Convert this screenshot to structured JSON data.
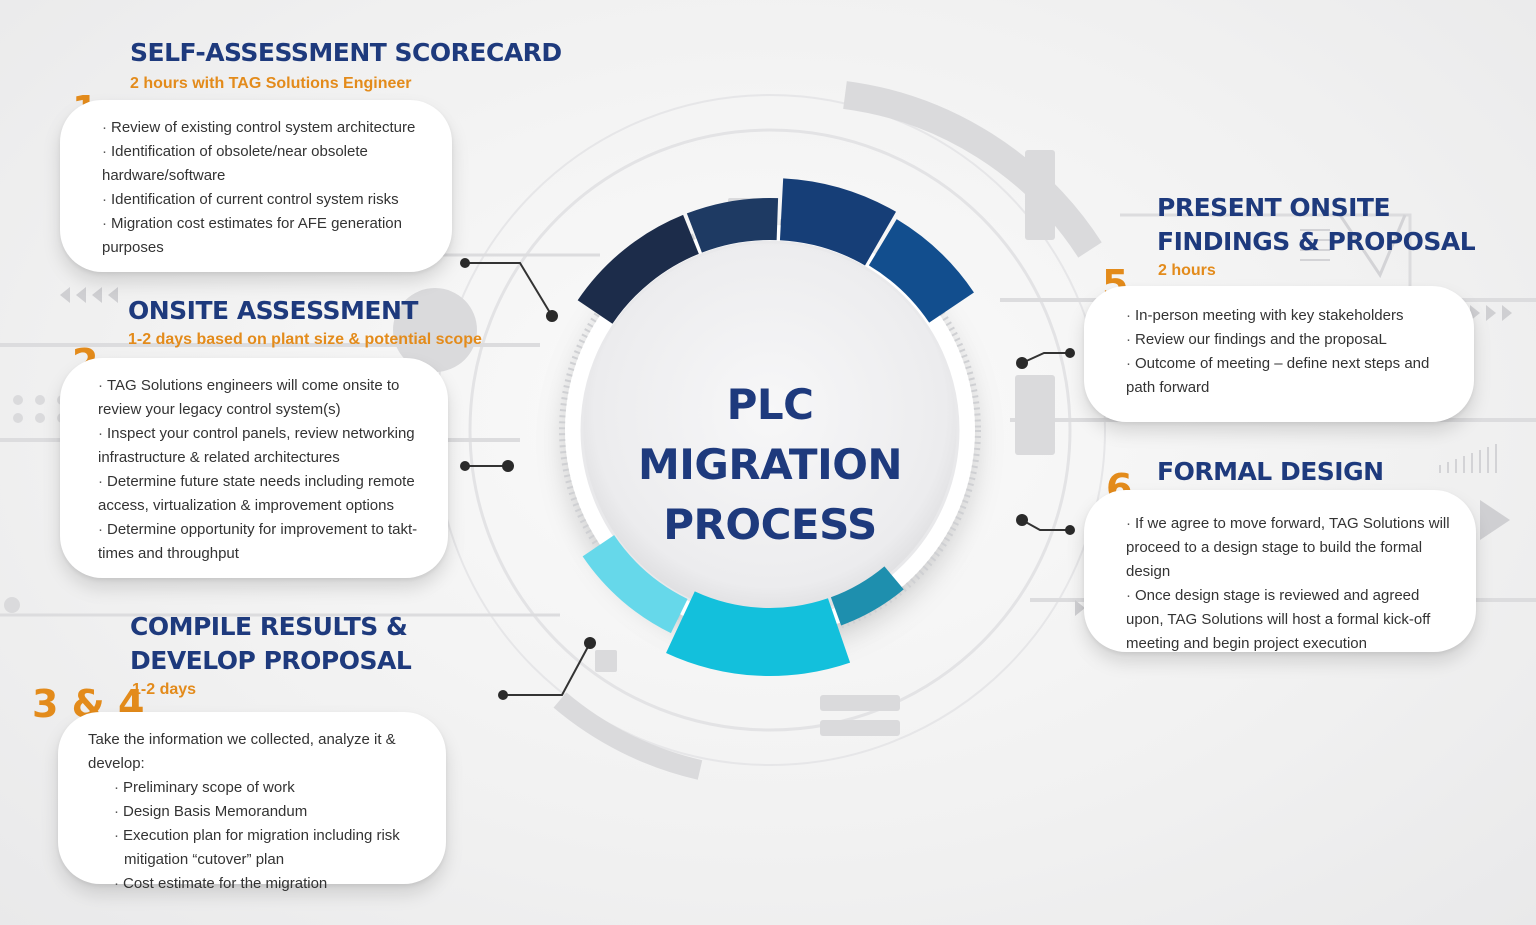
{
  "center": {
    "line1": "PLC MIGRATION",
    "line2": "PROCESS"
  },
  "colors": {
    "navy": "#1e3a7d",
    "orange": "#e38b1b",
    "ring": [
      "#1c2c4a",
      "#1e3a63",
      "#163e77",
      "#124e8e",
      "#1e8fae",
      "#13c0dc",
      "#66d8ea"
    ]
  },
  "steps": [
    {
      "number": "1",
      "title": "SELF-ASSESSMENT SCORECARD",
      "subtitle": "2 hours with TAG Solutions Engineer",
      "items": [
        "Review of existing control system architecture",
        "Identification of obsolete/near obsolete hardware/software",
        "Identification of current control system risks",
        "Migration cost estimates for AFE generation purposes"
      ]
    },
    {
      "number": "2",
      "title": "ONSITE ASSESSMENT",
      "subtitle": "1-2 days based on plant size & potential scope",
      "items": [
        "TAG Solutions engineers will come onsite to review your legacy control system(s)",
        "Inspect your control panels, review networking infrastructure & related architectures",
        "Determine future state needs including remote access, virtualization & improvement options",
        "Determine opportunity for improvement to takt-times and throughput"
      ]
    },
    {
      "number": "3 & 4",
      "title_line1": "COMPILE RESULTS &",
      "title_line2": "DEVELOP PROPOSAL",
      "subtitle": "1-2 days",
      "intro": "Take the information we collected, analyze it & develop:",
      "items": [
        "Preliminary scope of work",
        "Design Basis Memorandum",
        "Execution plan for migration including risk mitigation “cutover” plan",
        "Cost estimate for the migration"
      ]
    },
    {
      "number": "5",
      "title_line1": "PRESENT ONSITE",
      "title_line2": "FINDINGS & PROPOSAL",
      "subtitle": "2 hours",
      "items": [
        "In-person meeting with key stakeholders",
        "Review our findings and the proposaL",
        "Outcome of meeting – define next steps and path forward"
      ]
    },
    {
      "number": "6",
      "title": "FORMAL DESIGN",
      "items": [
        "If we agree to move forward, TAG Solutions will proceed to a design stage to build the formal design",
        "Once design stage is reviewed and agreed upon, TAG Solutions will host a formal kick-off meeting and begin project execution"
      ]
    }
  ]
}
